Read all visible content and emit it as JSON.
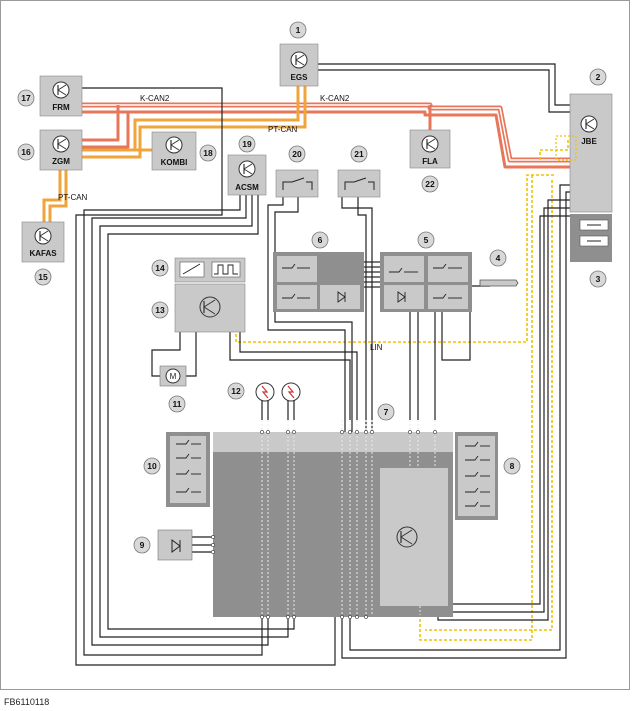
{
  "callouts": [
    "1",
    "2",
    "3",
    "4",
    "5",
    "6",
    "7",
    "8",
    "9",
    "10",
    "11",
    "12",
    "13",
    "14",
    "15",
    "16",
    "17",
    "18",
    "19",
    "20",
    "21",
    "22"
  ],
  "modules": {
    "egs": "EGS",
    "jbe": "JBE",
    "frm": "FRM",
    "zgm": "ZGM",
    "kombi": "KOMBI",
    "acsm": "ACSM",
    "fla": "FLA",
    "kafas": "KAFAS"
  },
  "bus_labels": {
    "kcan2_left": "K-CAN2",
    "kcan2_right": "K-CAN2",
    "ptcan_top": "PT-CAN",
    "ptcan_left": "PT-CAN",
    "lin": "LIN"
  },
  "motor_symbol": "M",
  "figure_id": "FB6110118",
  "colors": {
    "kcan2": "#e8765a",
    "ptcan": "#f0a53c",
    "lin": "#f2c200",
    "box_fill": "#c9c9c9",
    "box_dark": "#8f8f8f",
    "wire": "#222222"
  }
}
